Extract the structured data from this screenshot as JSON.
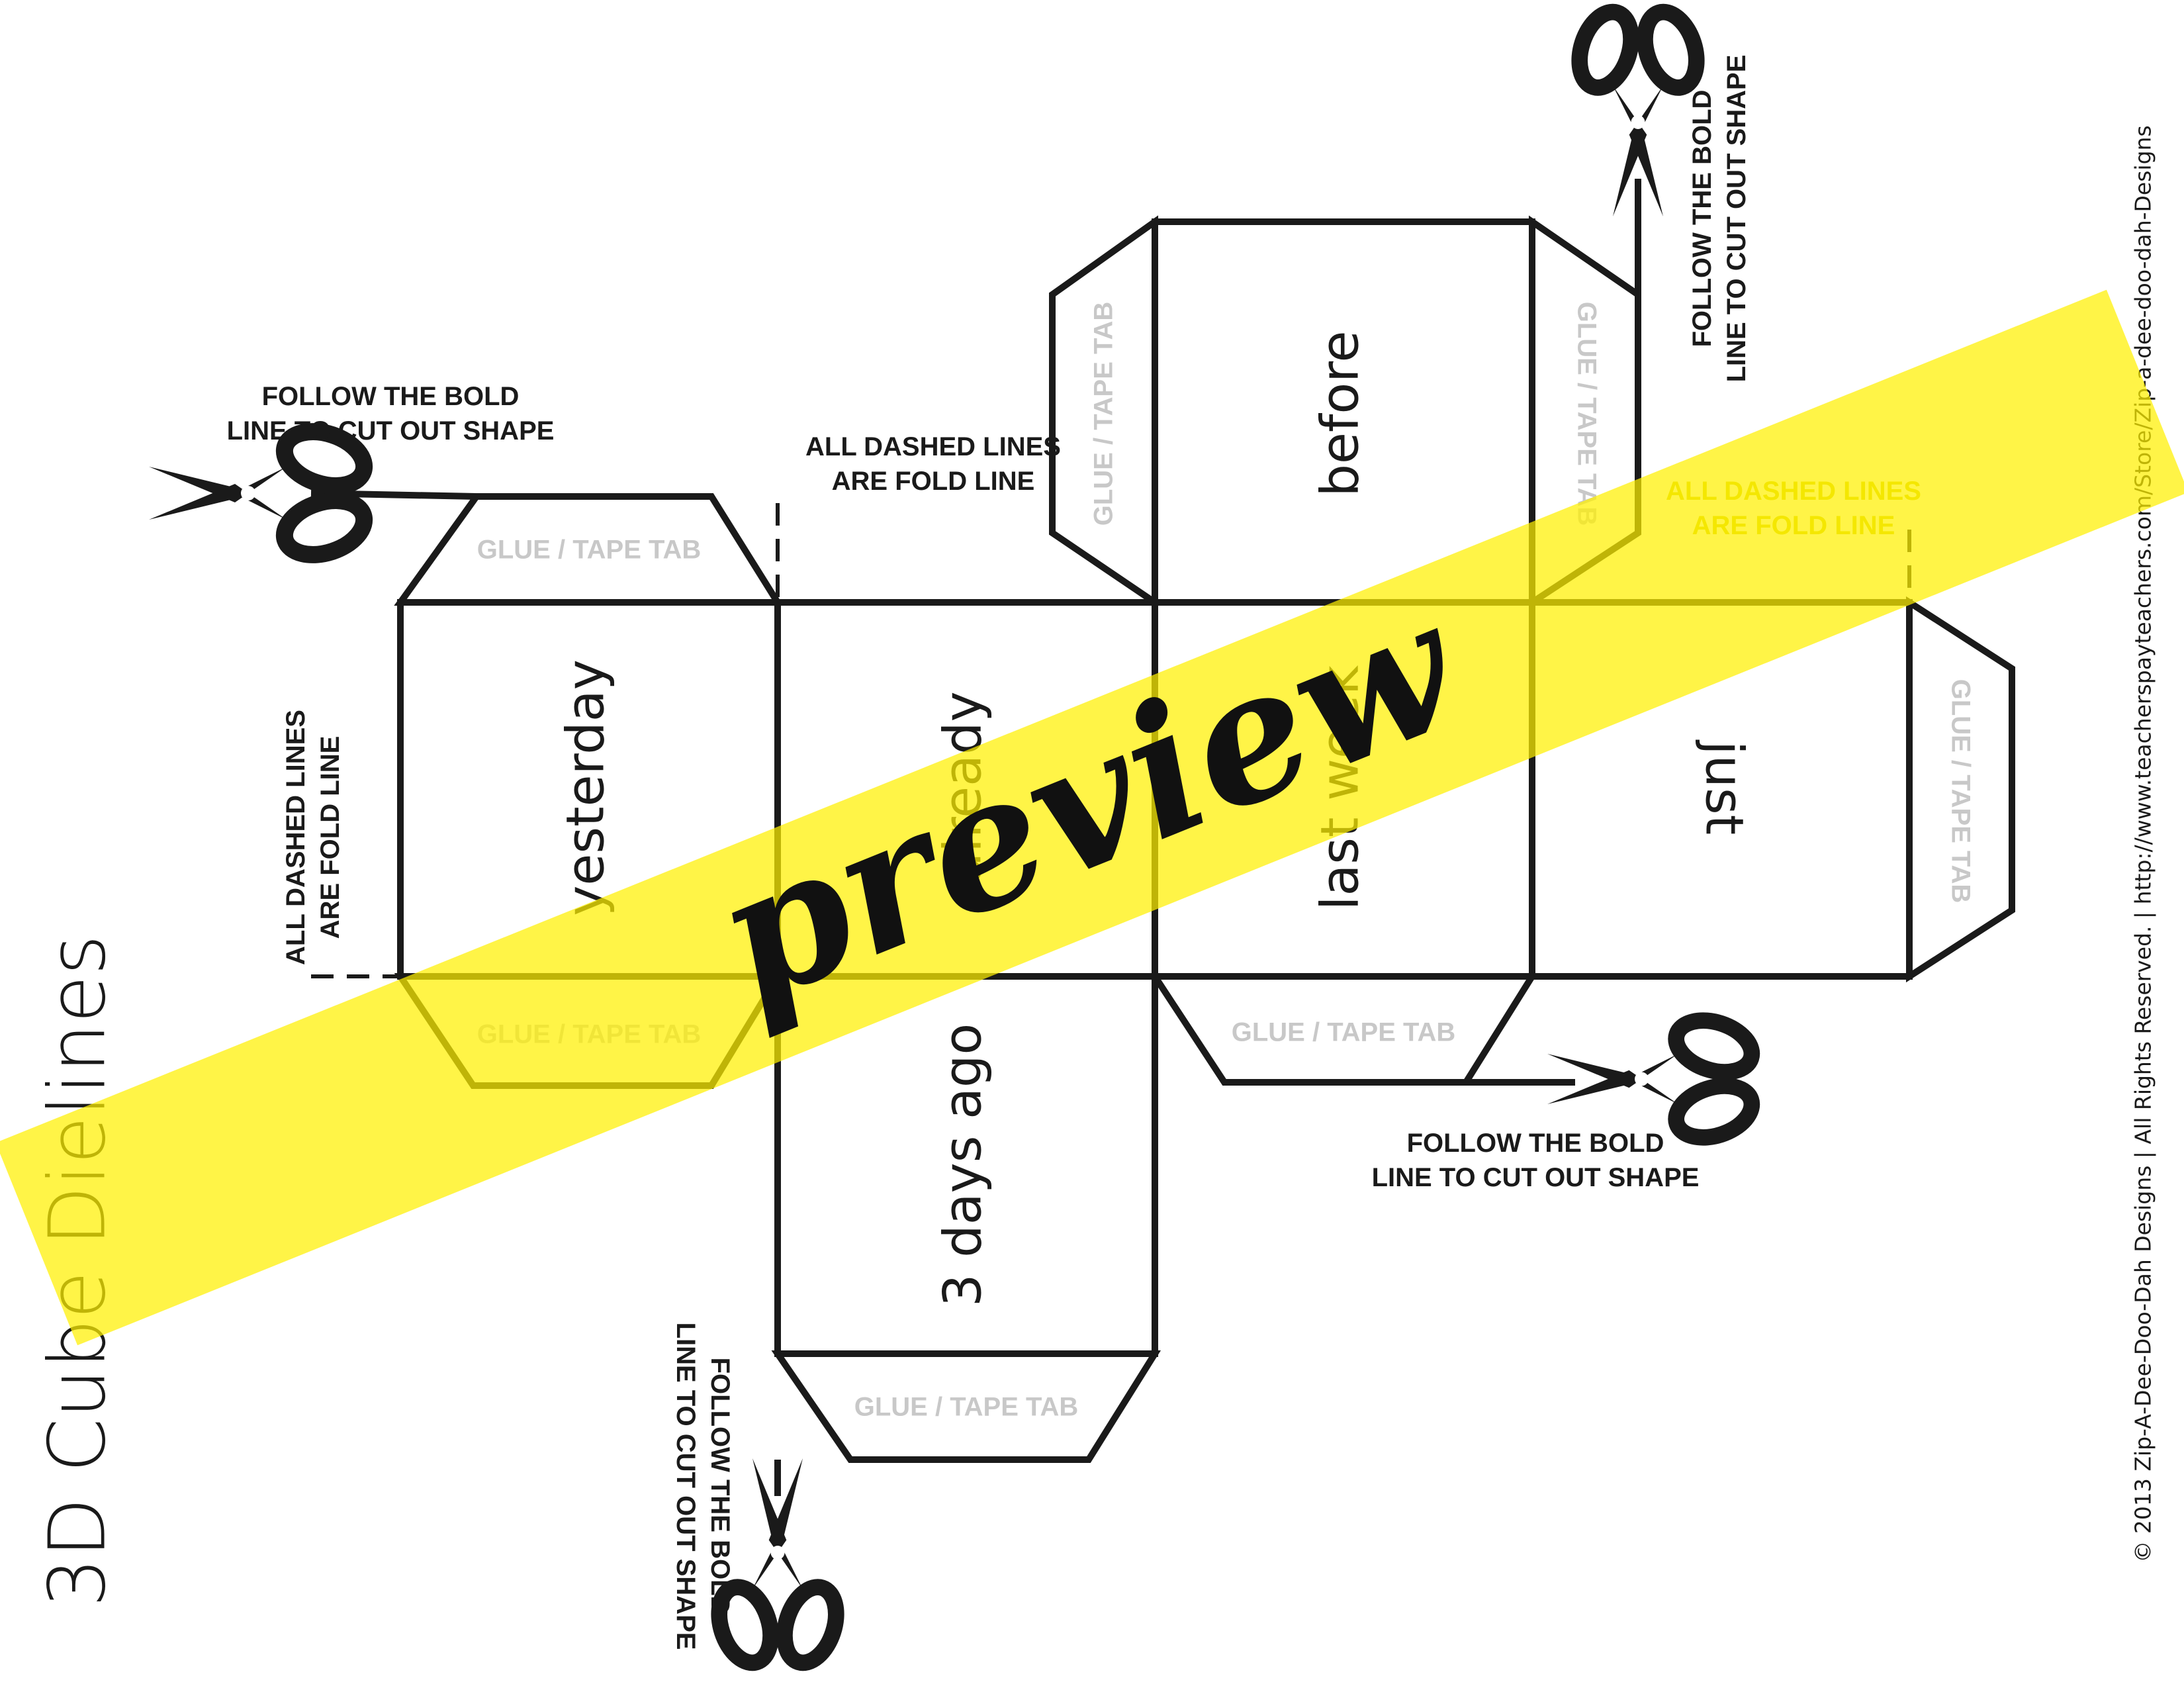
{
  "title": "3D Cube Dielines",
  "copyright": "© 2013 Zip-A-Dee-Doo-Dah Designs  |  All Rights Reserved.  |  http://www.teacherspayteachers.com/Store/Zip-a-dee-doo-dah-Designs",
  "watermark": "preview",
  "faces": {
    "yesterday": "yesterday",
    "already": "already",
    "before": "before",
    "last_week": "last week",
    "just": "just",
    "three_days_ago": "3 days ago"
  },
  "tab_label": "GLUE / TAPE TAB",
  "instructions": {
    "cut_line1": "FOLLOW THE BOLD",
    "cut_line2": "LINE TO CUT OUT SHAPE",
    "fold_line1": "ALL DASHED LINES",
    "fold_line2": "ARE FOLD LINE"
  },
  "colors": {
    "ink": "#1a1a1a",
    "tab_text": "#c8c8c8",
    "highlight": "#fff000"
  }
}
